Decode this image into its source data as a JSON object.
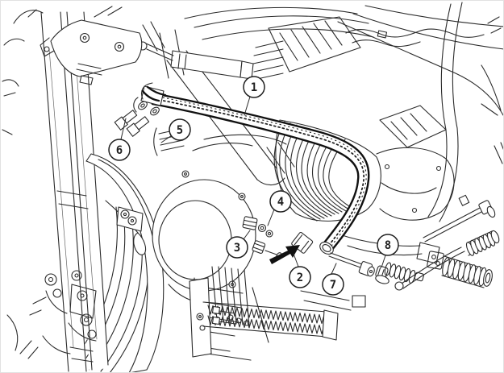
{
  "figure": {
    "kind": "technical line illustration",
    "subject": "Motorcycle front and engine view with tubular engine protection guard and numbered hardware callouts",
    "background_color": "#ffffff",
    "ink_color": "#2b2b2b",
    "highlighted_part_color": "#111111"
  },
  "callouts": [
    {
      "label": "1"
    },
    {
      "label": "2"
    },
    {
      "label": "3"
    },
    {
      "label": "4"
    },
    {
      "label": "5"
    },
    {
      "label": "6"
    },
    {
      "label": "7"
    },
    {
      "label": "8"
    }
  ]
}
